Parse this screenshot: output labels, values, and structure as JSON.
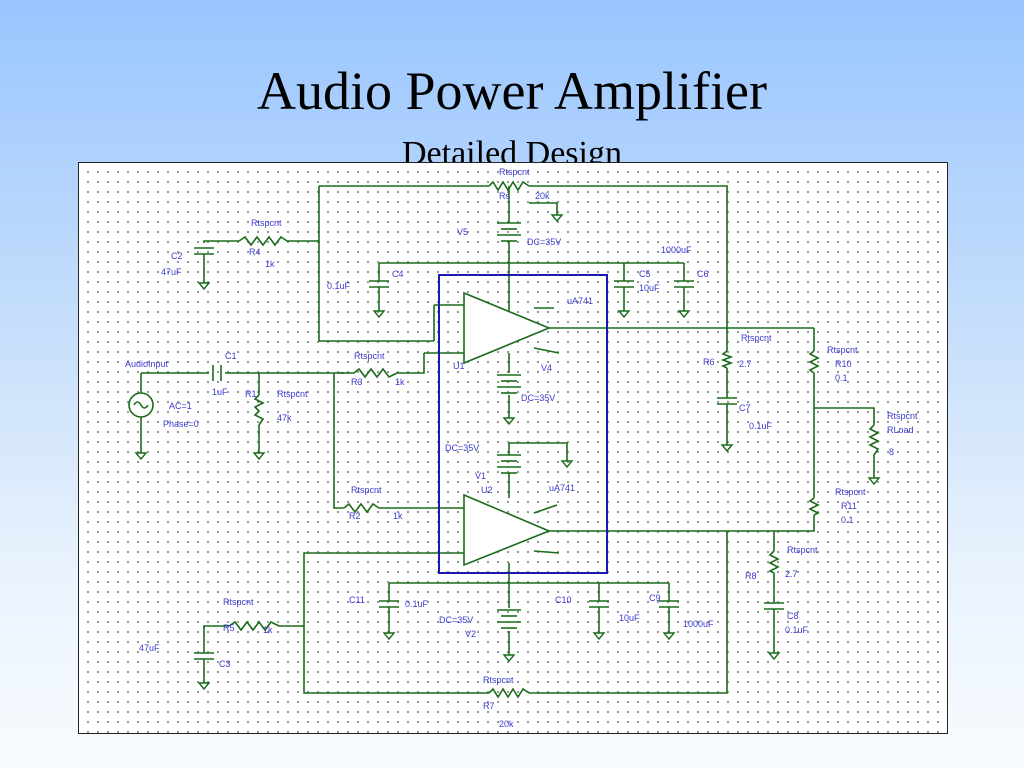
{
  "slide": {
    "title": "Audio Power Amplifier",
    "subtitle": "Detailed Design"
  },
  "schematic": {
    "labels": [
      {
        "key": "rtop_name",
        "text": "Rtspcnt"
      },
      {
        "key": "rtop_ref",
        "text": "Rs"
      },
      {
        "key": "rtop_val",
        "text": "20k"
      },
      {
        "key": "r4_name",
        "text": "Rtspcnt"
      },
      {
        "key": "r4_ref",
        "text": "R4"
      },
      {
        "key": "r4_val",
        "text": "1k"
      },
      {
        "key": "c2_ref",
        "text": "C2"
      },
      {
        "key": "c2_val",
        "text": "47uF"
      },
      {
        "key": "v5_ref",
        "text": "V5"
      },
      {
        "key": "v5_val",
        "text": "DC=35V"
      },
      {
        "key": "c4_ref",
        "text": "C4"
      },
      {
        "key": "c4_val",
        "text": "0.1uF"
      },
      {
        "key": "c5_ref",
        "text": "C5"
      },
      {
        "key": "c5_val",
        "text": "10uF"
      },
      {
        "key": "c6_ref",
        "text": "C6"
      },
      {
        "key": "c6_val",
        "text": "1000uF"
      },
      {
        "key": "u1_part",
        "text": "uA741"
      },
      {
        "key": "u1_ref",
        "text": "U1"
      },
      {
        "key": "v4_ref",
        "text": "V4"
      },
      {
        "key": "v4_val",
        "text": "DC=35V"
      },
      {
        "key": "audioinput",
        "text": "AudioInput"
      },
      {
        "key": "c1_ref",
        "text": "C1"
      },
      {
        "key": "c1_val",
        "text": "1uF"
      },
      {
        "key": "ac_val",
        "text": "AC=1"
      },
      {
        "key": "phase_val",
        "text": "Phase=0"
      },
      {
        "key": "r1_name",
        "text": "Rtspcnt"
      },
      {
        "key": "r1_ref",
        "text": "R1"
      },
      {
        "key": "r1_val",
        "text": "47k"
      },
      {
        "key": "r3_name",
        "text": "Rtspcnt"
      },
      {
        "key": "r3_ref",
        "text": "R3"
      },
      {
        "key": "r3_val",
        "text": "1k"
      },
      {
        "key": "r6_name",
        "text": "Rtspcnt"
      },
      {
        "key": "r6_ref",
        "text": "R6"
      },
      {
        "key": "r6_val",
        "text": "2.7"
      },
      {
        "key": "c7_ref",
        "text": "C7"
      },
      {
        "key": "c7_val",
        "text": "0.1uF"
      },
      {
        "key": "r10_name",
        "text": "Rtspcnt"
      },
      {
        "key": "r10_ref",
        "text": "R10"
      },
      {
        "key": "r10_val",
        "text": "0.1"
      },
      {
        "key": "rload_name",
        "text": "Rtspcnt"
      },
      {
        "key": "rload_ref",
        "text": "RLoad"
      },
      {
        "key": "rload_val",
        "text": "8"
      },
      {
        "key": "v1_val",
        "text": "DC=35V"
      },
      {
        "key": "v1_ref",
        "text": "V1"
      },
      {
        "key": "u2_ref",
        "text": "U2"
      },
      {
        "key": "u2_part",
        "text": "uA741"
      },
      {
        "key": "r2_name",
        "text": "Rtspcnt"
      },
      {
        "key": "r2_ref",
        "text": "R2"
      },
      {
        "key": "r2_val",
        "text": "1k"
      },
      {
        "key": "r11_name",
        "text": "Rtspcnt"
      },
      {
        "key": "r11_ref",
        "text": "R11"
      },
      {
        "key": "r11_val",
        "text": "0.1"
      },
      {
        "key": "r8_name",
        "text": "Rtspcnt"
      },
      {
        "key": "r8_ref",
        "text": "R8"
      },
      {
        "key": "r8_val",
        "text": "2.7"
      },
      {
        "key": "c8_ref",
        "text": "C8"
      },
      {
        "key": "c8_val",
        "text": "0.1uF"
      },
      {
        "key": "c11_ref",
        "text": "C11"
      },
      {
        "key": "c11_val",
        "text": "0.1uF"
      },
      {
        "key": "v2_val",
        "text": "DC=35V"
      },
      {
        "key": "v2_ref",
        "text": "V2"
      },
      {
        "key": "c10_ref",
        "text": "C10"
      },
      {
        "key": "c10_val",
        "text": "10uF"
      },
      {
        "key": "c9_ref",
        "text": "C9"
      },
      {
        "key": "c9_val",
        "text": "1000uF"
      },
      {
        "key": "r5_name",
        "text": "Rtspcnt"
      },
      {
        "key": "r5_ref",
        "text": "R5"
      },
      {
        "key": "r5_val",
        "text": "1k"
      },
      {
        "key": "c3_val",
        "text": "47uF"
      },
      {
        "key": "c3_ref",
        "text": "C3"
      },
      {
        "key": "r7_name",
        "text": "Rtspcnt"
      },
      {
        "key": "r7_ref",
        "text": "R7"
      },
      {
        "key": "r7_val",
        "text": "20k"
      }
    ]
  },
  "colors": {
    "wire": "#1a6b1a",
    "label": "#3a3ad0",
    "opamp_box": "#1a1ab0"
  }
}
